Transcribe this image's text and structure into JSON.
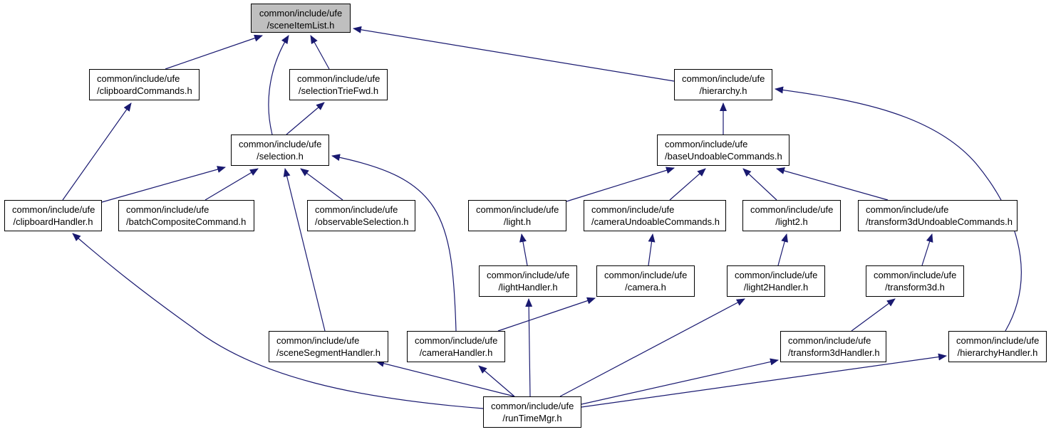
{
  "graph": {
    "title": "Include dependency graph for sceneItemList.h",
    "edge_color": "#191970",
    "root_fill": "#bfbfbf",
    "nodes": [
      {
        "id": "sceneItemList",
        "line1": "common/include/ufe",
        "line2": "/sceneItemList.h",
        "root": true
      },
      {
        "id": "clipboardCommands",
        "line1": "common/include/ufe",
        "line2": "/clipboardCommands.h"
      },
      {
        "id": "selectionTrieFwd",
        "line1": "common/include/ufe",
        "line2": "/selectionTrieFwd.h"
      },
      {
        "id": "hierarchy",
        "line1": "common/include/ufe",
        "line2": "/hierarchy.h"
      },
      {
        "id": "selection",
        "line1": "common/include/ufe",
        "line2": "/selection.h"
      },
      {
        "id": "baseUndoableCommands",
        "line1": "common/include/ufe",
        "line2": "/baseUndoableCommands.h"
      },
      {
        "id": "clipboardHandler",
        "line1": "common/include/ufe",
        "line2": "/clipboardHandler.h"
      },
      {
        "id": "batchCompositeCommand",
        "line1": "common/include/ufe",
        "line2": "/batchCompositeCommand.h"
      },
      {
        "id": "observableSelection",
        "line1": "common/include/ufe",
        "line2": "/observableSelection.h"
      },
      {
        "id": "light",
        "line1": "common/include/ufe",
        "line2": "/light.h"
      },
      {
        "id": "cameraUndoableCommands",
        "line1": "common/include/ufe",
        "line2": "/cameraUndoableCommands.h"
      },
      {
        "id": "light2",
        "line1": "common/include/ufe",
        "line2": "/light2.h"
      },
      {
        "id": "transform3dUndoableCommands",
        "line1": "common/include/ufe",
        "line2": "/transform3dUndoableCommands.h"
      },
      {
        "id": "lightHandler",
        "line1": "common/include/ufe",
        "line2": "/lightHandler.h"
      },
      {
        "id": "camera",
        "line1": "common/include/ufe",
        "line2": "/camera.h"
      },
      {
        "id": "light2Handler",
        "line1": "common/include/ufe",
        "line2": "/light2Handler.h"
      },
      {
        "id": "transform3d",
        "line1": "common/include/ufe",
        "line2": "/transform3d.h"
      },
      {
        "id": "sceneSegmentHandler",
        "line1": "common/include/ufe",
        "line2": "/sceneSegmentHandler.h"
      },
      {
        "id": "cameraHandler",
        "line1": "common/include/ufe",
        "line2": "/cameraHandler.h"
      },
      {
        "id": "transform3dHandler",
        "line1": "common/include/ufe",
        "line2": "/transform3dHandler.h"
      },
      {
        "id": "hierarchyHandler",
        "line1": "common/include/ufe",
        "line2": "/hierarchyHandler.h"
      },
      {
        "id": "runTimeMgr",
        "line1": "common/include/ufe",
        "line2": "/runTimeMgr.h"
      }
    ],
    "edges": [
      {
        "from": "clipboardCommands",
        "to": "sceneItemList"
      },
      {
        "from": "selection",
        "to": "sceneItemList"
      },
      {
        "from": "selectionTrieFwd",
        "to": "sceneItemList"
      },
      {
        "from": "hierarchy",
        "to": "sceneItemList"
      },
      {
        "from": "selection",
        "to": "selectionTrieFwd"
      },
      {
        "from": "clipboardHandler",
        "to": "clipboardCommands"
      },
      {
        "from": "clipboardHandler",
        "to": "selection"
      },
      {
        "from": "batchCompositeCommand",
        "to": "selection"
      },
      {
        "from": "observableSelection",
        "to": "selection"
      },
      {
        "from": "sceneSegmentHandler",
        "to": "selection"
      },
      {
        "from": "cameraHandler",
        "to": "selection"
      },
      {
        "from": "baseUndoableCommands",
        "to": "hierarchy"
      },
      {
        "from": "hierarchyHandler",
        "to": "hierarchy"
      },
      {
        "from": "light",
        "to": "baseUndoableCommands"
      },
      {
        "from": "cameraUndoableCommands",
        "to": "baseUndoableCommands"
      },
      {
        "from": "light2",
        "to": "baseUndoableCommands"
      },
      {
        "from": "transform3dUndoableCommands",
        "to": "baseUndoableCommands"
      },
      {
        "from": "lightHandler",
        "to": "light"
      },
      {
        "from": "camera",
        "to": "cameraUndoableCommands"
      },
      {
        "from": "light2Handler",
        "to": "light2"
      },
      {
        "from": "transform3d",
        "to": "transform3dUndoableCommands"
      },
      {
        "from": "cameraHandler",
        "to": "camera"
      },
      {
        "from": "transform3dHandler",
        "to": "transform3d"
      },
      {
        "from": "runTimeMgr",
        "to": "clipboardHandler"
      },
      {
        "from": "runTimeMgr",
        "to": "sceneSegmentHandler"
      },
      {
        "from": "runTimeMgr",
        "to": "cameraHandler"
      },
      {
        "from": "runTimeMgr",
        "to": "lightHandler"
      },
      {
        "from": "runTimeMgr",
        "to": "light2Handler"
      },
      {
        "from": "runTimeMgr",
        "to": "transform3dHandler"
      },
      {
        "from": "runTimeMgr",
        "to": "hierarchyHandler"
      }
    ]
  }
}
